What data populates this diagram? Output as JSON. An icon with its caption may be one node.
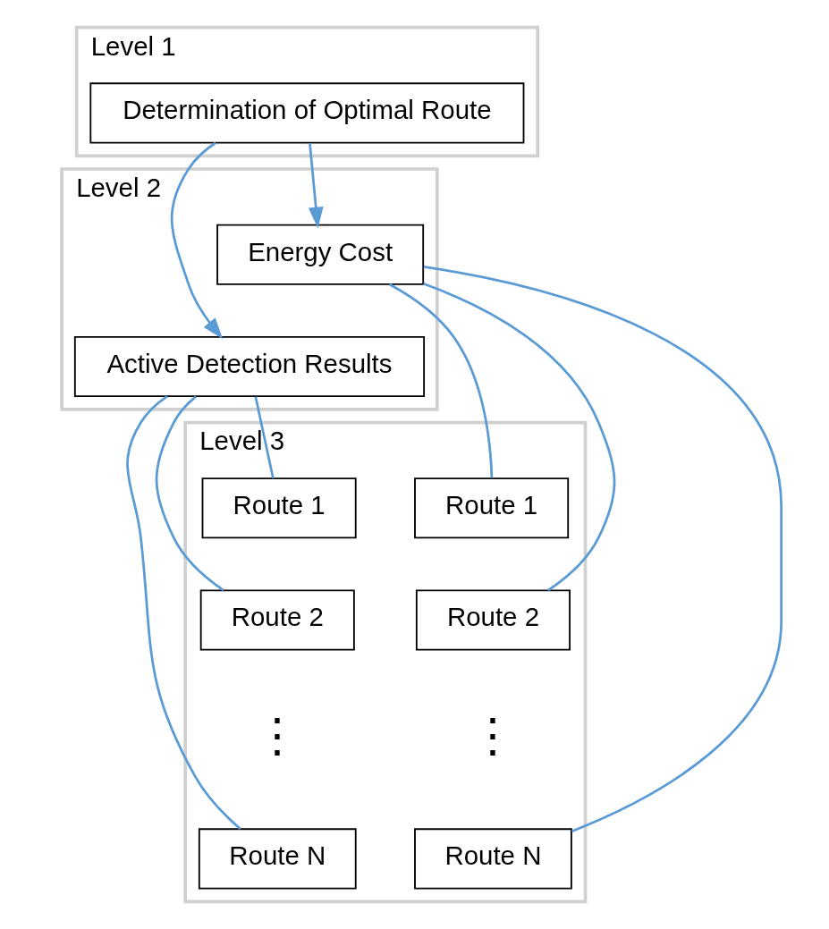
{
  "diagram": {
    "nodes": [
      {
        "text": [
          "Level 1"
        ]
      },
      {
        "text": [
          "Determination of Optimal Route"
        ],
        "in": 0
      },
      {
        "text": [
          "Level 2"
        ]
      },
      {
        "text": [
          "Energy Cost"
        ],
        "in": 2
      },
      {
        "text": [
          "Active Detection Results"
        ],
        "in": 2
      },
      {
        "text": [
          "Level 3"
        ]
      },
      {
        "text": [
          "Route 1"
        ],
        "in": 5
      },
      {
        "text": [
          "Route 2"
        ],
        "in": 5
      },
      {
        "text": [
          "Route N"
        ],
        "in": 5
      },
      {
        "text": [
          "Route 1"
        ],
        "in": 5
      },
      {
        "text": [
          "Route 2"
        ],
        "in": 5
      },
      {
        "text": [
          "Route N"
        ],
        "in": 5
      }
    ],
    "edges": [
      {
        "from": 1,
        "to": 3,
        "arrow": "to"
      },
      {
        "from": 1,
        "to": 4,
        "arrow": "to"
      },
      {
        "from": 3,
        "to": 6,
        "arrow": "none"
      },
      {
        "from": 3,
        "to": 7,
        "arrow": "none"
      },
      {
        "from": 3,
        "to": 8,
        "arrow": "none"
      },
      {
        "from": 4,
        "to": 9,
        "arrow": "none"
      },
      {
        "from": 4,
        "to": 10,
        "arrow": "none"
      },
      {
        "from": 4,
        "to": 11,
        "arrow": "none"
      }
    ],
    "labels": [
      "⋮",
      "⋮"
    ]
  }
}
